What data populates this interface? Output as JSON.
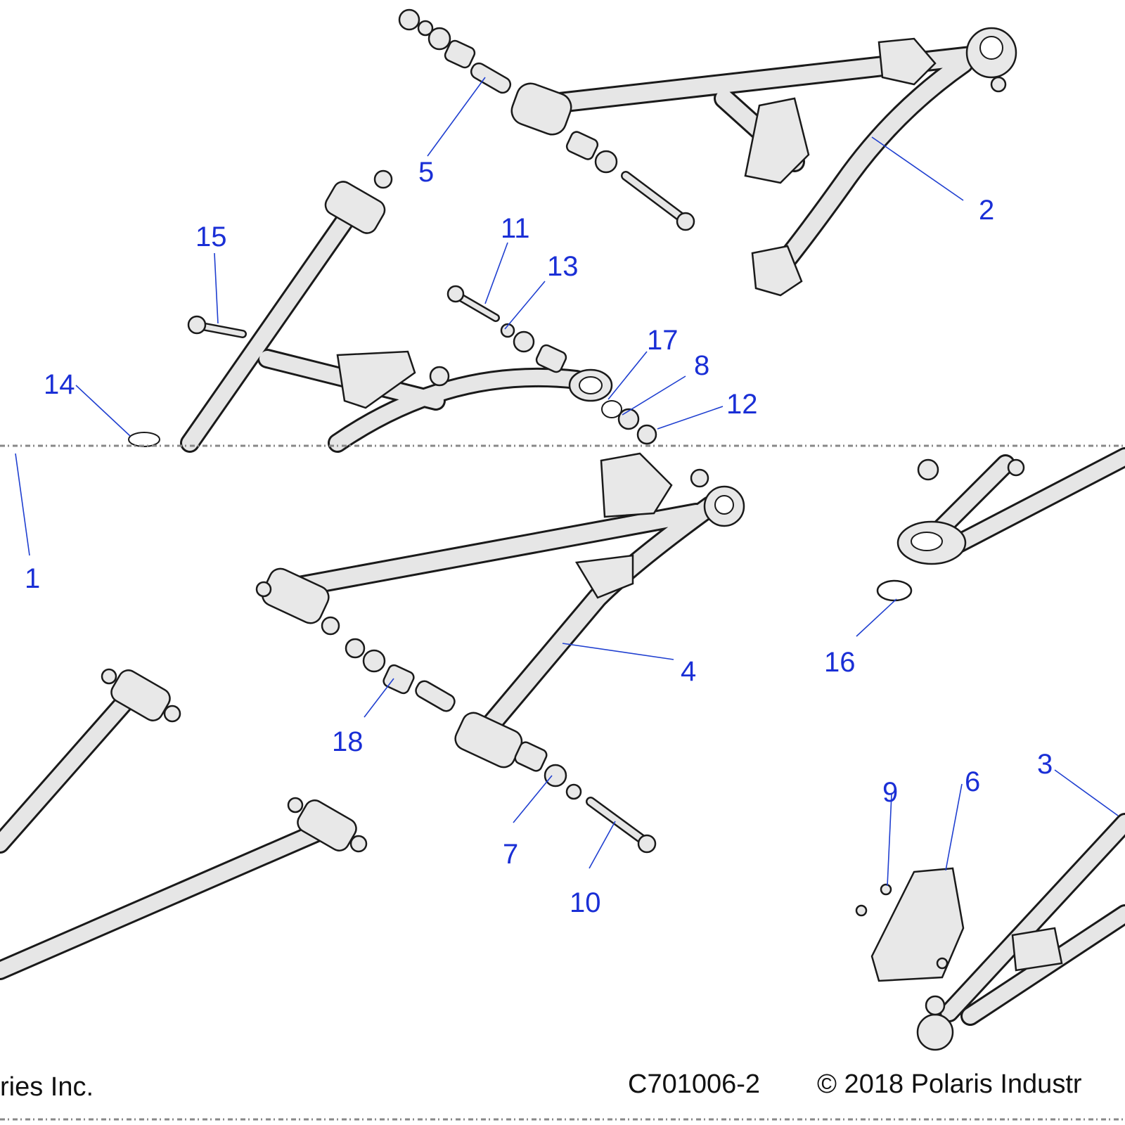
{
  "callouts": [
    {
      "id": "c1",
      "label": "1"
    },
    {
      "id": "c2",
      "label": "2"
    },
    {
      "id": "c3",
      "label": "3"
    },
    {
      "id": "c4",
      "label": "4"
    },
    {
      "id": "c5",
      "label": "5"
    },
    {
      "id": "c6",
      "label": "6"
    },
    {
      "id": "c7",
      "label": "7"
    },
    {
      "id": "c8",
      "label": "8"
    },
    {
      "id": "c9",
      "label": "9"
    },
    {
      "id": "c10",
      "label": "10"
    },
    {
      "id": "c11",
      "label": "11"
    },
    {
      "id": "c12",
      "label": "12"
    },
    {
      "id": "c13",
      "label": "13"
    },
    {
      "id": "c14",
      "label": "14"
    },
    {
      "id": "c15",
      "label": "15"
    },
    {
      "id": "c16",
      "label": "16"
    },
    {
      "id": "c17",
      "label": "17"
    },
    {
      "id": "c18",
      "label": "18"
    }
  ],
  "footer": {
    "left_text": "ries Inc.",
    "part_number": "C701006-2",
    "copyright": "© 2018 Polaris Industr"
  },
  "colors": {
    "callout": "#1a2fd6",
    "line": "#1a1a1a",
    "part_fill": "#e8e8e8"
  }
}
